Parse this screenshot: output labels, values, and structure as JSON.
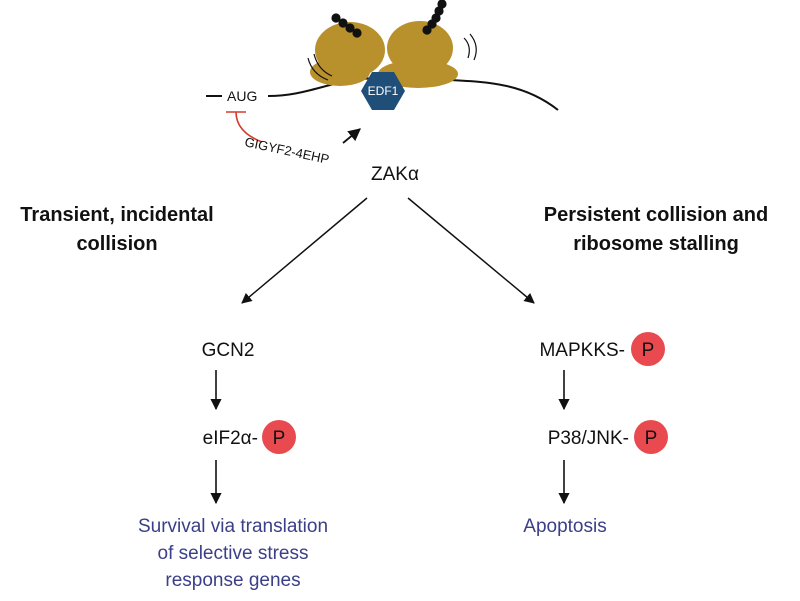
{
  "ribosome": {
    "mrna_start_label": "AUG",
    "edf1_label": "EDF1",
    "gigyf2_label": "GIGYF2-4EHP"
  },
  "center": {
    "zak_label": "ZAKα"
  },
  "left_branch": {
    "heading_line1": "Transient, incidental",
    "heading_line2": "collision",
    "step1": "GCN2",
    "step2": "eIF2α-",
    "step2_badge": "P",
    "outcome_line1": "Survival via translation",
    "outcome_line2": "of selective stress",
    "outcome_line3": "response genes"
  },
  "right_branch": {
    "heading_line1": "Persistent collision and",
    "heading_line2": "ribosome stalling",
    "step1": "MAPKKS-",
    "step1_badge": "P",
    "step2": "P38/JNK-",
    "step2_badge": "P",
    "outcome_line1": "Apoptosis"
  },
  "colors": {
    "ribosome_fill": "#b8902c",
    "edf1_fill": "#1f4e79",
    "phospho_fill": "#e84a4f",
    "inhibition_line": "#d33a2c",
    "outcome_text": "#3b3f87"
  }
}
